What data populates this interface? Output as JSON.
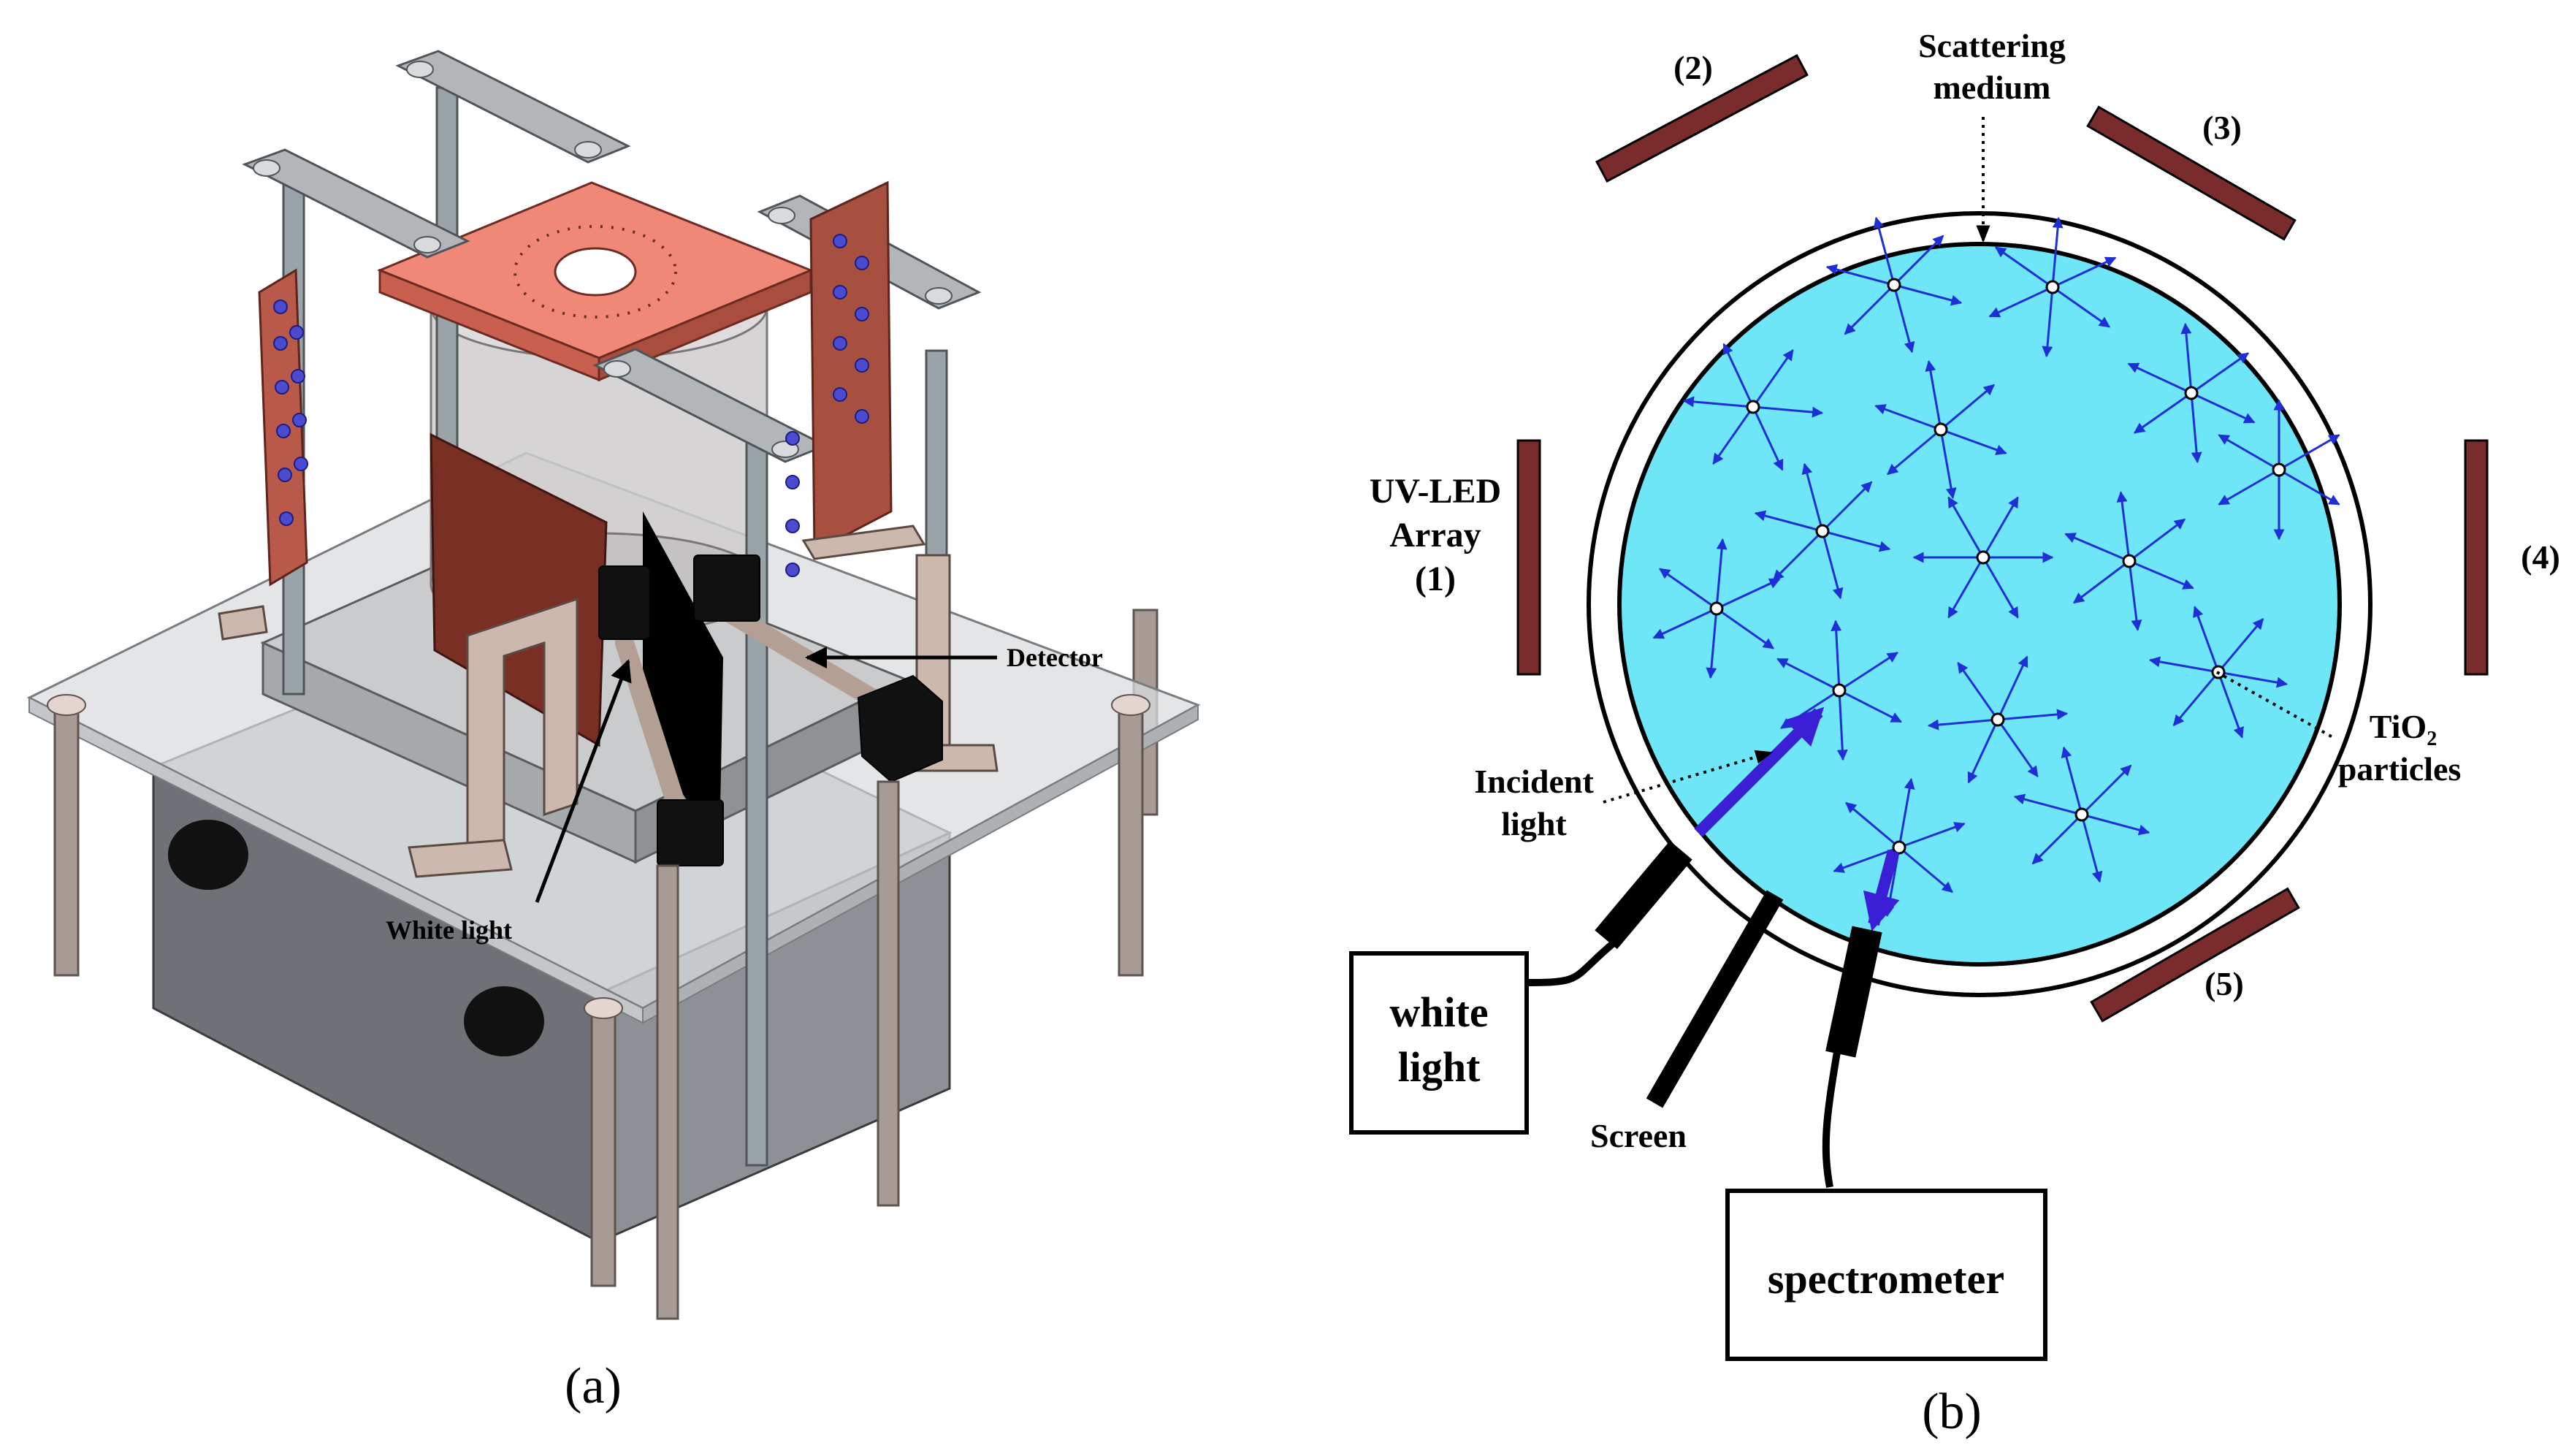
{
  "panel_a": {
    "caption": "(a)",
    "labels": {
      "detector": "Detector",
      "white_light": "White light"
    }
  },
  "panel_b": {
    "caption": "(b)",
    "labels": {
      "scattering_line1": "Scattering",
      "scattering_line2": "medium",
      "uv_line1": "UV-LED",
      "uv_line2": "Array",
      "uv_line3": "(1)",
      "led_2": "(2)",
      "led_3": "(3)",
      "led_4": "(4)",
      "led_5": "(5)",
      "incident_line1": "Incident",
      "incident_line2": "light",
      "tio2_main": "TiO",
      "tio2_sub": "2",
      "tio2_line2": "particles",
      "white_box_line1": "white",
      "white_box_line2": "light",
      "screen": "Screen",
      "spectrometer": "spectrometer"
    }
  },
  "colors": {
    "medium_fill": "#6ee6f7",
    "led_bar": "#7a2b2b",
    "scatter_arrow": "#1f2fd6",
    "incident_arrow": "#3b1fd6",
    "copper": "#f08878",
    "copper_dark": "#8c3a2c",
    "metal": "#9aa3a8"
  }
}
